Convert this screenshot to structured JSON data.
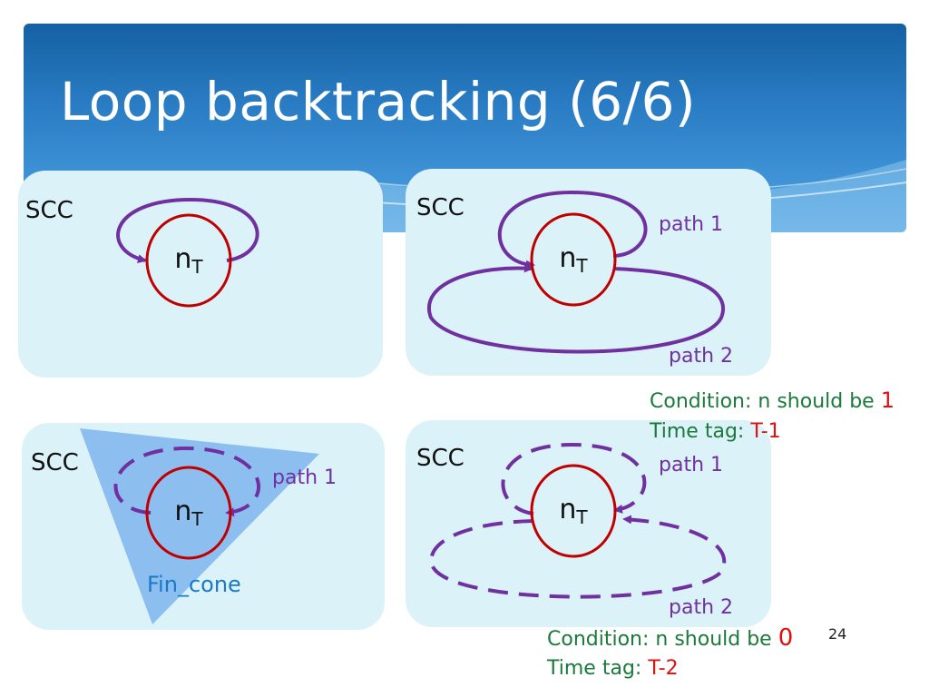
{
  "title": "Loop backtracking (6/6)",
  "panels": [
    {
      "scc": "SCC",
      "node_main": "n",
      "node_sub": "T"
    },
    {
      "scc": "SCC",
      "node_main": "n",
      "node_sub": "T",
      "path1": "path 1",
      "path2": "path 2"
    },
    {
      "scc": "SCC",
      "node_main": "n",
      "node_sub": "T",
      "path1": "path 1",
      "cone": "Fin_cone"
    },
    {
      "scc": "SCC",
      "node_main": "n",
      "node_sub": "T",
      "path1": "path 1",
      "path2": "path 2"
    }
  ],
  "condition1": {
    "prefix": "Condition: n should be ",
    "value": "1",
    "time_prefix": "Time tag: ",
    "time_value": "T-1"
  },
  "condition2": {
    "prefix": "Condition: n should be ",
    "value": "0",
    "time_prefix": "Time tag: ",
    "time_value": "T-2"
  },
  "page_number": "24",
  "colors": {
    "node_stroke": "#c00000",
    "edge": "#7030a0",
    "panel": "#dbf3f8",
    "cone": "#7fb4ee",
    "banner": "#2a7dc4"
  }
}
